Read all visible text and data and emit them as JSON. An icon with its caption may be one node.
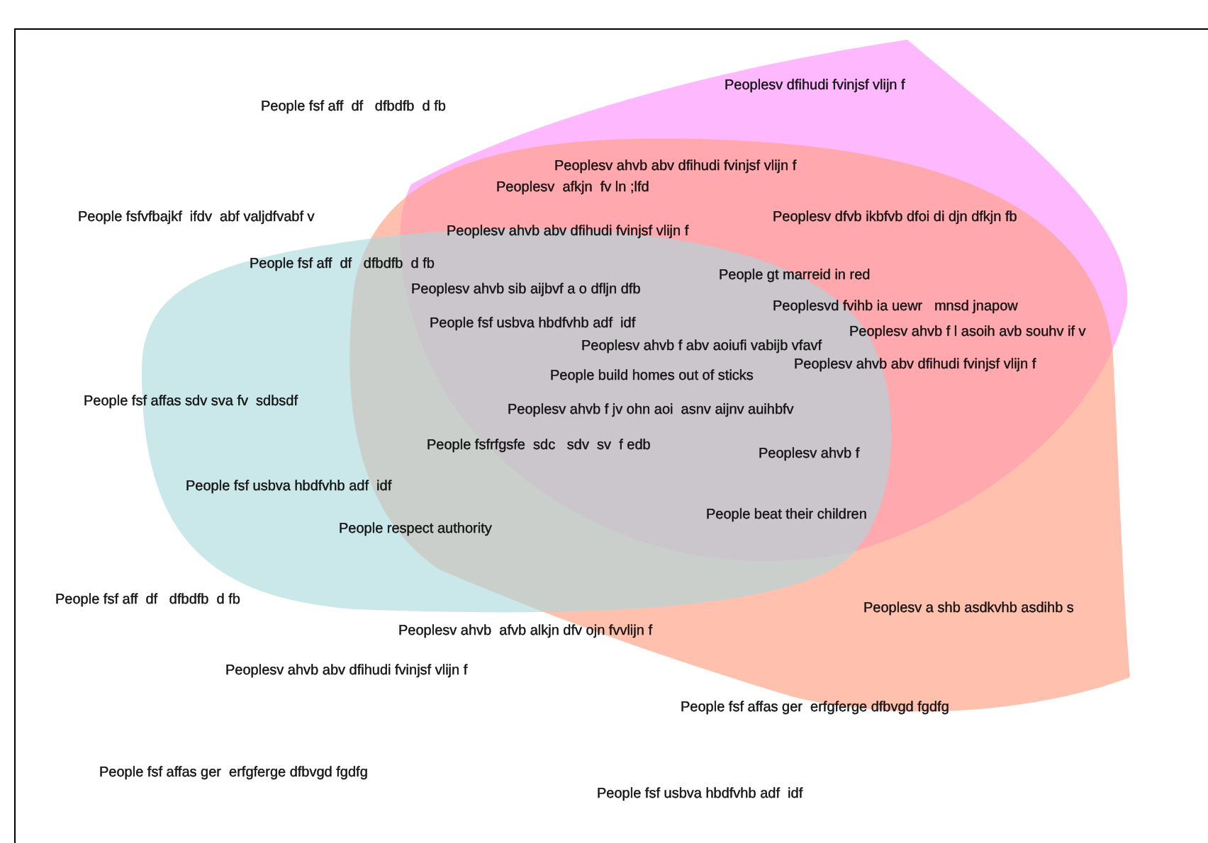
{
  "diagram": {
    "labels": [
      "Peoplesv dfihudi fvinjsf vlijn f",
      "People fsf aff  df   dfbdfb  d fb",
      "Peoplesv ahvb abv dfihudi fvinjsf vlijn f",
      "Peoplesv  afkjn  fv ln ;lfd",
      "People fsfvfbajkf  ifdv  abf valjdfvabf v",
      "Peoplesv dfvb ikbfvb dfoi di djn dfkjn fb",
      "Peoplesv ahvb abv dfihudi fvinjsf vlijn f",
      "People fsf aff  df   dfbdfb  d fb",
      "People gt marreid in red",
      "Peoplesv ahvb sib aijbvf a o dfljn dfb",
      "Peoplesvd fvihb ia uewr   mnsd jnapow",
      "People fsf usbva hbdfvhb adf  idf",
      "Peoplesv ahvb f l asoih avb souhv if v",
      "Peoplesv ahvb f abv aoiufi vabijb vfavf",
      "Peoplesv ahvb abv dfihudi fvinjsf vlijn f",
      "People build homes out of sticks",
      "People fsf affas sdv sva fv  sdbsdf",
      "Peoplesv ahvb f jv ohn aoi  asnv aijnv auihbfv",
      "People fsfrfgsfe  sdc   sdv  sv  f edb",
      "Peoplesv ahvb f",
      "People fsf usbva hbdfvhb adf  idf",
      "People beat their children",
      "People respect authority",
      "People fsf aff  df   dfbdfb  d fb",
      "Peoplesv a shb asdkvhb asdihb s",
      "Peoplesv ahvb  afvb alkjn dfv ojn fvvlijn f",
      "Peoplesv ahvb abv dfihudi fvinjsf vlijn f",
      "People fsf affas ger  erfgferge dfbvgd fgdfg",
      "People fsf affas ger  erfgferge dfbvgd fgdfg",
      "People fsf usbva hbdfvhb adf  idf"
    ]
  }
}
